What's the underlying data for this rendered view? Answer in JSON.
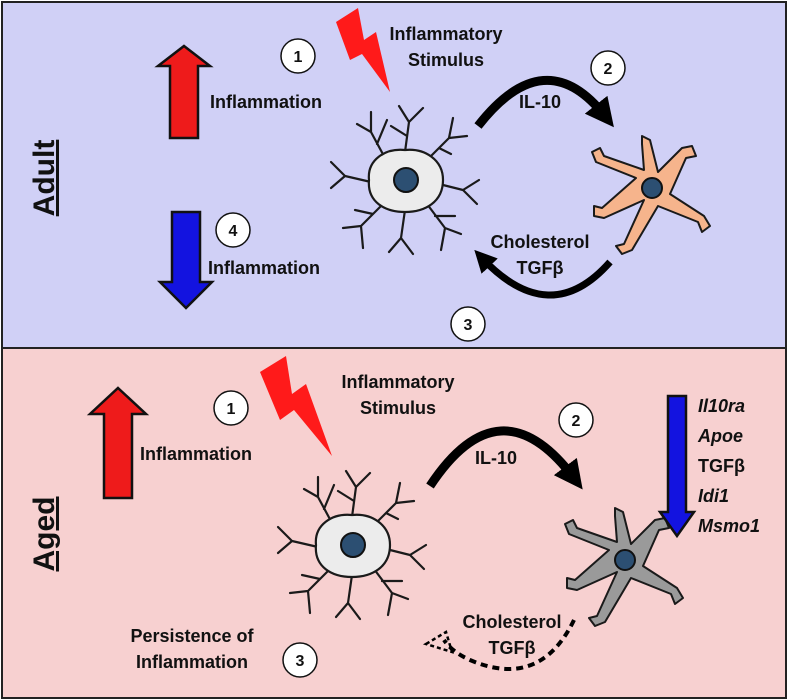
{
  "colors": {
    "adult_bg": "#d0d0f6",
    "aged_bg": "#f7d0d0",
    "frame": "#222222",
    "up_arrow": "#ee1b1b",
    "down_arrow": "#1313e0",
    "lightning": "#ff1a1a",
    "microglia_body": "#ececec",
    "nucleus": "#2c4f72",
    "adult_astrocyte": "#f6b48c",
    "aged_astrocyte": "#9a9a9a"
  },
  "adult": {
    "section_label": "Adult",
    "step1": "1",
    "step2": "2",
    "step3": "3",
    "step4": "4",
    "inflammation_up_label": "Inflammation",
    "inflammation_down_label": "Inflammation",
    "stimulus_line1": "Inflammatory",
    "stimulus_line2": "Stimulus",
    "il10_label": "IL-10",
    "feedback_line1": "Cholesterol",
    "feedback_line2": "TGFβ"
  },
  "aged": {
    "section_label": "Aged",
    "step1": "1",
    "step2": "2",
    "step3": "3",
    "inflammation_up_label": "Inflammation",
    "stimulus_line1": "Inflammatory",
    "stimulus_line2": "Stimulus",
    "il10_label": "IL-10",
    "feedback_line1": "Cholesterol",
    "feedback_line2": "TGFβ",
    "persistence_line1": "Persistence of",
    "persistence_line2": "Inflammation",
    "downregulated_genes": [
      "Il10ra",
      "Apoe",
      "TGFβ",
      "Idi1",
      "Msmo1"
    ]
  }
}
